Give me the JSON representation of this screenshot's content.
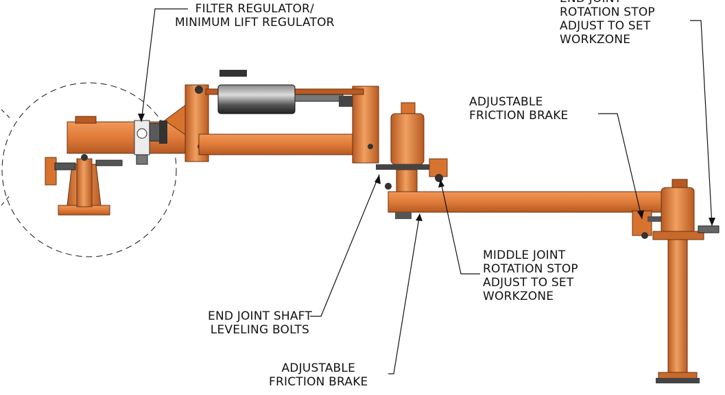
{
  "diagram": {
    "callouts": {
      "filter_regulator": [
        "FILTER REGULATOR/",
        "MINIMUM LIFT REGULATOR"
      ],
      "end_joint_stop": [
        "END JOINT",
        "ROTATION STOP",
        "ADJUST TO SET",
        "WORKZONE"
      ],
      "friction_brake_upper": [
        "ADJUSTABLE",
        "FRICTION BRAKE"
      ],
      "middle_joint_stop": [
        "MIDDLE JOINT",
        "ROTATION STOP",
        "ADJUST TO SET",
        "WORKZONE"
      ],
      "end_joint_leveling": [
        "END JOINT SHAFT",
        "LEVELING BOLTS"
      ],
      "friction_brake_lower": [
        "ADJUSTABLE",
        "FRICTION BRAKE"
      ]
    },
    "colors": {
      "body": "#e07b39",
      "body_dark": "#b85a22",
      "body_light": "#f0a060",
      "cylinder": "#3a3a3a",
      "line": "#111111"
    }
  }
}
